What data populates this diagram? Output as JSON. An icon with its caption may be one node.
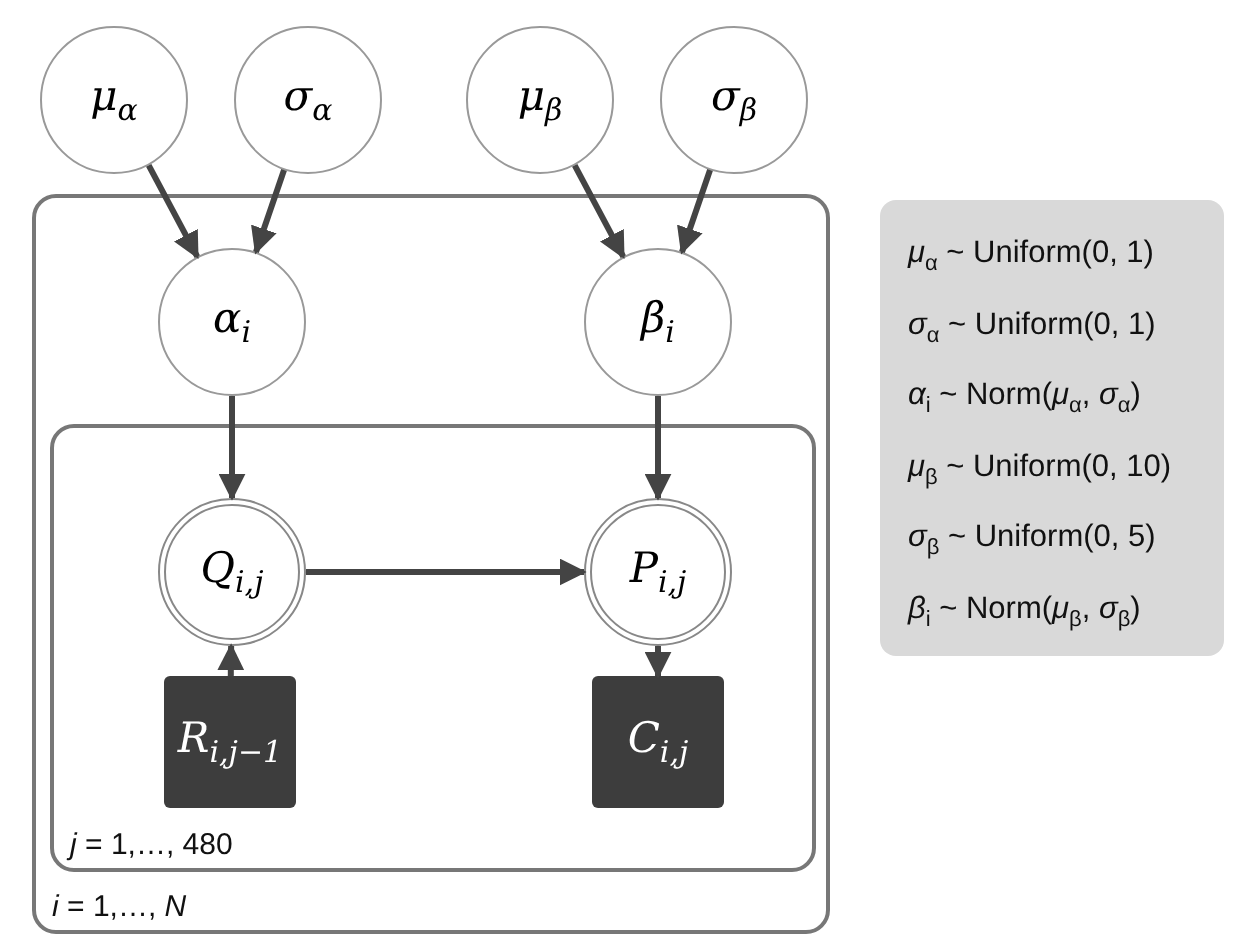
{
  "diagram": {
    "nodes": [
      {
        "text": [
          "μ$_{α}$"
        ]
      },
      {
        "text": [
          "σ$_{α}$"
        ]
      },
      {
        "text": [
          "μ$_{β}$"
        ]
      },
      {
        "text": [
          "σ$_{β}$"
        ]
      },
      {
        "text": [
          "*i* = 1,…, *N*"
        ]
      },
      {
        "text": [
          "α$_{i}$"
        ],
        "in": 4
      },
      {
        "text": [
          "β$_{i}$"
        ],
        "in": 4
      },
      {
        "text": [
          "*j* = 1,…, 480"
        ],
        "in": 4
      },
      {
        "text": [
          "Q$_{i,j}$"
        ],
        "in": 7
      },
      {
        "text": [
          "P$_{i,j}$"
        ],
        "in": 7
      },
      {
        "text": [
          "R$_{i,j−1}$"
        ],
        "in": 7
      },
      {
        "text": [
          "C$_{i,j}$"
        ],
        "in": 7
      },
      {
        "text": [
          "*μ*$_{α}$ ~ Uniform(0, 1)",
          "*σ*$_{α}$ ~ Uniform(0, 1)",
          "*α*$_{i}$ ~ Norm(*μ*$_{α}$, *σ*$_{α}$)",
          "*μ*$_{β}$ ~ Uniform(0, 10)",
          "*σ*$_{β}$ ~ Uniform(0, 5)",
          "*β*$_{i}$ ~ Norm(*μ*$_{β}$, *σ*$_{β}$)"
        ]
      }
    ],
    "edges": [
      {
        "from": 0,
        "to": 5,
        "arrow": "to"
      },
      {
        "from": 1,
        "to": 5,
        "arrow": "to"
      },
      {
        "from": 2,
        "to": 6,
        "arrow": "to"
      },
      {
        "from": 3,
        "to": 6,
        "arrow": "to"
      },
      {
        "from": 5,
        "to": 8,
        "arrow": "to"
      },
      {
        "from": 6,
        "to": 9,
        "arrow": "to"
      },
      {
        "from": 8,
        "to": 9,
        "arrow": "to"
      },
      {
        "from": 10,
        "to": 8,
        "arrow": "to"
      },
      {
        "from": 9,
        "to": 11,
        "arrow": "to"
      }
    ]
  }
}
